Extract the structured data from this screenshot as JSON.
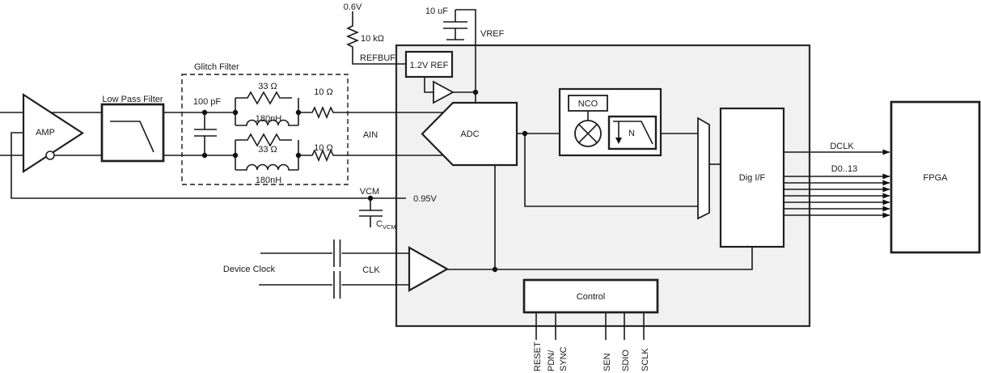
{
  "colors": {
    "stroke": "#1a1a1a",
    "chip_fill": "#f1f1f1",
    "box_fill": "#ffffff",
    "background": "#ffffff"
  },
  "reference": {
    "supply": "0.6V",
    "resistor": "10 kΩ",
    "pin": "REFBUF",
    "cap": "10 uF",
    "out": "VREF",
    "block": "1.2V REF"
  },
  "analog_front_end": {
    "amp": "AMP",
    "lpf": "Low Pass Filter",
    "glitch_filter": {
      "title": "Glitch Filter",
      "shunt_cap": "100 pF",
      "series_r": "33 Ω",
      "series_l": "180nH",
      "damp_r": "10 Ω"
    },
    "ain_pin": "AIN"
  },
  "vcm": {
    "pin": "VCM",
    "ref": "0.95V",
    "cap_symbol": "C",
    "cap_subscript": "VCM"
  },
  "clock": {
    "source": "Device Clock",
    "pin": "CLK"
  },
  "core": {
    "adc": "ADC",
    "nco": "NCO",
    "decimator": "N",
    "digital_interface": "Dig I/F",
    "control": "Control"
  },
  "control_pins": [
    "RESET",
    "PDN/",
    "SYNC",
    "SEN",
    "SDIO",
    "SCLK"
  ],
  "outputs": {
    "dclk": "DCLK",
    "data_bus": "D0..13",
    "fpga": "FPGA"
  }
}
